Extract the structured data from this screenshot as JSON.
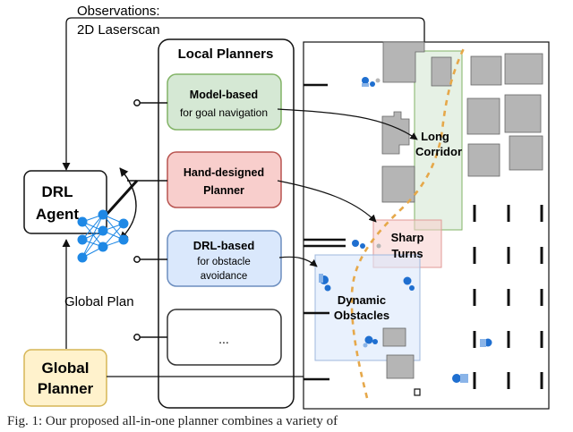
{
  "labels": {
    "observations_line1": "Observations:",
    "observations_line2": "2D Laserscan",
    "local_planners": "Local Planners",
    "drl_agent_line1": "DRL",
    "drl_agent_line2": "Agent",
    "global_plan": "Global Plan",
    "global_planner_line1": "Global",
    "global_planner_line2": "Planner"
  },
  "planners": [
    {
      "title": "Model-based",
      "subtitle": "for goal navigation",
      "fill": "#d5e8d4",
      "stroke": "#82b366"
    },
    {
      "title_line1": "Hand-designed",
      "title_line2": "Planner",
      "fill": "#f8cecc",
      "stroke": "#b85450"
    },
    {
      "title": "DRL-based",
      "subtitle_line1": "for obstacle",
      "subtitle_line2": "avoidance",
      "fill": "#dae8fc",
      "stroke": "#6c8ebf"
    },
    {
      "title": "...",
      "fill": "#ffffff",
      "stroke": "#333333"
    }
  ],
  "map_regions": {
    "long_corridor_line1": "Long",
    "long_corridor_line2": "Corridor",
    "sharp_turns_line1": "Sharp",
    "sharp_turns_line2": "Turns",
    "dynamic_obstacles_line1": "Dynamic",
    "dynamic_obstacles_line2": "Obstacles"
  },
  "caption": "Fig. 1:  Our proposed all-in-one planner combines a variety of",
  "colors": {
    "global_planner_fill": "#fff2cc",
    "global_planner_stroke": "#d6b656",
    "neural_net": "#1e88e5",
    "path": "#e6a84a",
    "obstacle": "#b5b5b5"
  }
}
